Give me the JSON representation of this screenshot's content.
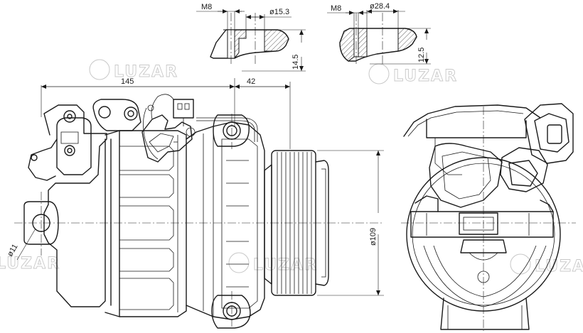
{
  "watermark": {
    "brand": "LUZAR"
  },
  "detail_a": {
    "thread_label": "M8",
    "diameter_label": "ø15.3",
    "height_label": "14.5"
  },
  "detail_b": {
    "thread_label": "M8",
    "diameter_label": "ø28.4",
    "height_label": "12.5"
  },
  "main_view": {
    "length_label": "145",
    "pulley_offset_label": "42",
    "mount_hole_label": "ø11",
    "pulley_diameter_label": "ø109"
  },
  "colors": {
    "line": "#1a1a1a",
    "watermark": "#c8c8c8",
    "background": "#ffffff"
  }
}
